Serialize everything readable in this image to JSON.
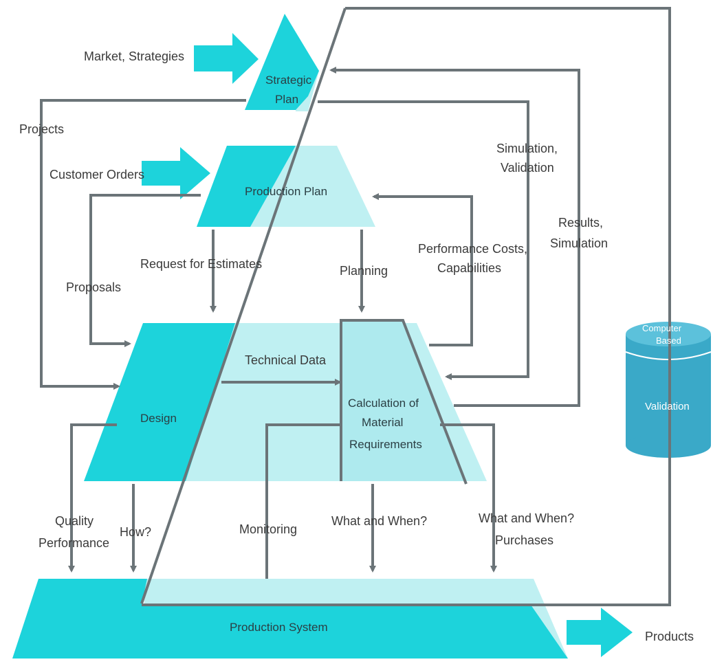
{
  "colors": {
    "accent": "#1dd3db",
    "light": "#bff0f2",
    "mid": "#7fe0e6",
    "database": "#3aa9c8",
    "database_top": "#5cc1db",
    "line": "#6b7478"
  },
  "labels": {
    "market_strategies": "Market, Strategies",
    "strategic_plan_1": "Strategic",
    "strategic_plan_2": "Plan",
    "projects_left": "Projects",
    "customer_orders": "Customer Orders",
    "production_plan": "Production Plan",
    "simulation_validation_1": "Simulation,",
    "simulation_validation_2": "Validation",
    "results_simulation_1": "Results,",
    "results_simulation_2": "Simulation",
    "request_estimates": "Request for Estimates",
    "planning": "Planning",
    "performance_costs_1": "Performance Costs,",
    "performance_costs_2": "Capabilities",
    "proposals": "Proposals",
    "technical_data": "Technical Data",
    "design": "Design",
    "calc_1": "Calculation of",
    "calc_2": "Material",
    "calc_3": "Requirements",
    "db_top_1": "Computer",
    "db_top_2": "Based",
    "db_body": "Validation",
    "quality_1": "Quality",
    "quality_2": "Performance",
    "how": "How?",
    "monitoring": "Monitoring",
    "what_when": "What and When?",
    "what_when_purchases_1": "What and When?",
    "what_when_purchases_2": "Purchases",
    "production_system": "Production System",
    "products": "Products"
  }
}
